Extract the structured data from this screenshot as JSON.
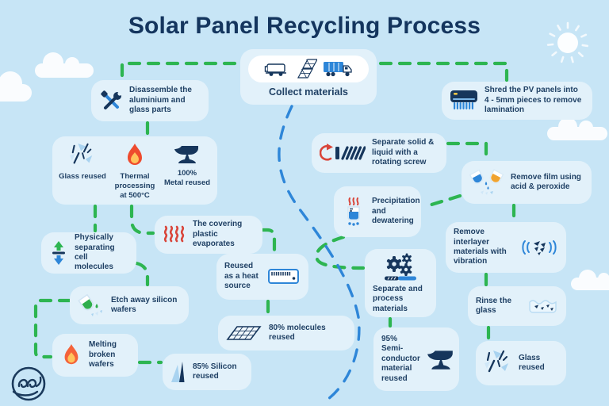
{
  "title": "Solar Panel Recycling Process",
  "colors": {
    "background": "#c7e5f6",
    "card": "#e2f1fa",
    "text": "#1f4064",
    "navy": "#16365c",
    "accent_green": "#2db551",
    "accent_blue": "#2e86d8",
    "red": "#d9453a",
    "orange": "#f0a32f",
    "white": "#ffffff"
  },
  "nodes": {
    "collect": {
      "label": "Collect materials",
      "icons": [
        "van-icon",
        "solar-panels-icon",
        "truck-icon"
      ]
    },
    "disassemble": {
      "label": "Disassemble the aluminium and glass parts",
      "icon": "tools-icon"
    },
    "glass1": {
      "label": "Glass reused",
      "icon": "broken-glass-icon"
    },
    "thermal": {
      "label": "Thermal processing at 500°C",
      "icon": "fire-icon"
    },
    "metal": {
      "strong": "100%",
      "label": "Metal reused",
      "icon": "anvil-icon"
    },
    "physically": {
      "label": "Physically separating cell molecules",
      "icon": "separate-arrows-icon"
    },
    "covering": {
      "label": "The covering plastic evaporates",
      "icon": "heat-waves-icon"
    },
    "heat_source": {
      "label": "Reused as a heat source",
      "icon": "radiator-icon"
    },
    "etch": {
      "label": "Etch away silicon wafers",
      "icon": "beaker-pour-icon"
    },
    "melting": {
      "label": "Melting broken wafers",
      "icon": "fire-icon"
    },
    "silicon": {
      "strong": "85%",
      "label": "Silicon reused",
      "icon": "silicon-shard-icon"
    },
    "molecules": {
      "strong": "80%",
      "label": "molecules reused",
      "icon": "solar-panel-icon"
    },
    "rotating": {
      "label": "Separate solid & liquid with a rotating screw",
      "icon": "rotating-screw-icon"
    },
    "precipitation": {
      "label": "Precipitation and dewatering",
      "icon": "precipitation-beaker-icon"
    },
    "separate_process": {
      "label": "Separate and process materials",
      "icon": "gears-icon"
    },
    "semiconductor": {
      "strong": "95%",
      "label": "Semi-conductor material reused",
      "icon": "anvil-icon"
    },
    "shred": {
      "label": "Shred the PV panels into 4 - 5mm pieces to remove lamination",
      "icon": "shredder-icon"
    },
    "remove_film": {
      "label": "Remove film using acid & peroxide",
      "icon": "acid-beakers-icon"
    },
    "interlayer": {
      "label": "Remove interlayer materials with vibration",
      "icon": "vibration-icon"
    },
    "rinse": {
      "label": "Rinse the glass",
      "icon": "rinse-glass-icon"
    },
    "glass2": {
      "label": "Glass reused",
      "icon": "broken-glass-icon"
    }
  }
}
